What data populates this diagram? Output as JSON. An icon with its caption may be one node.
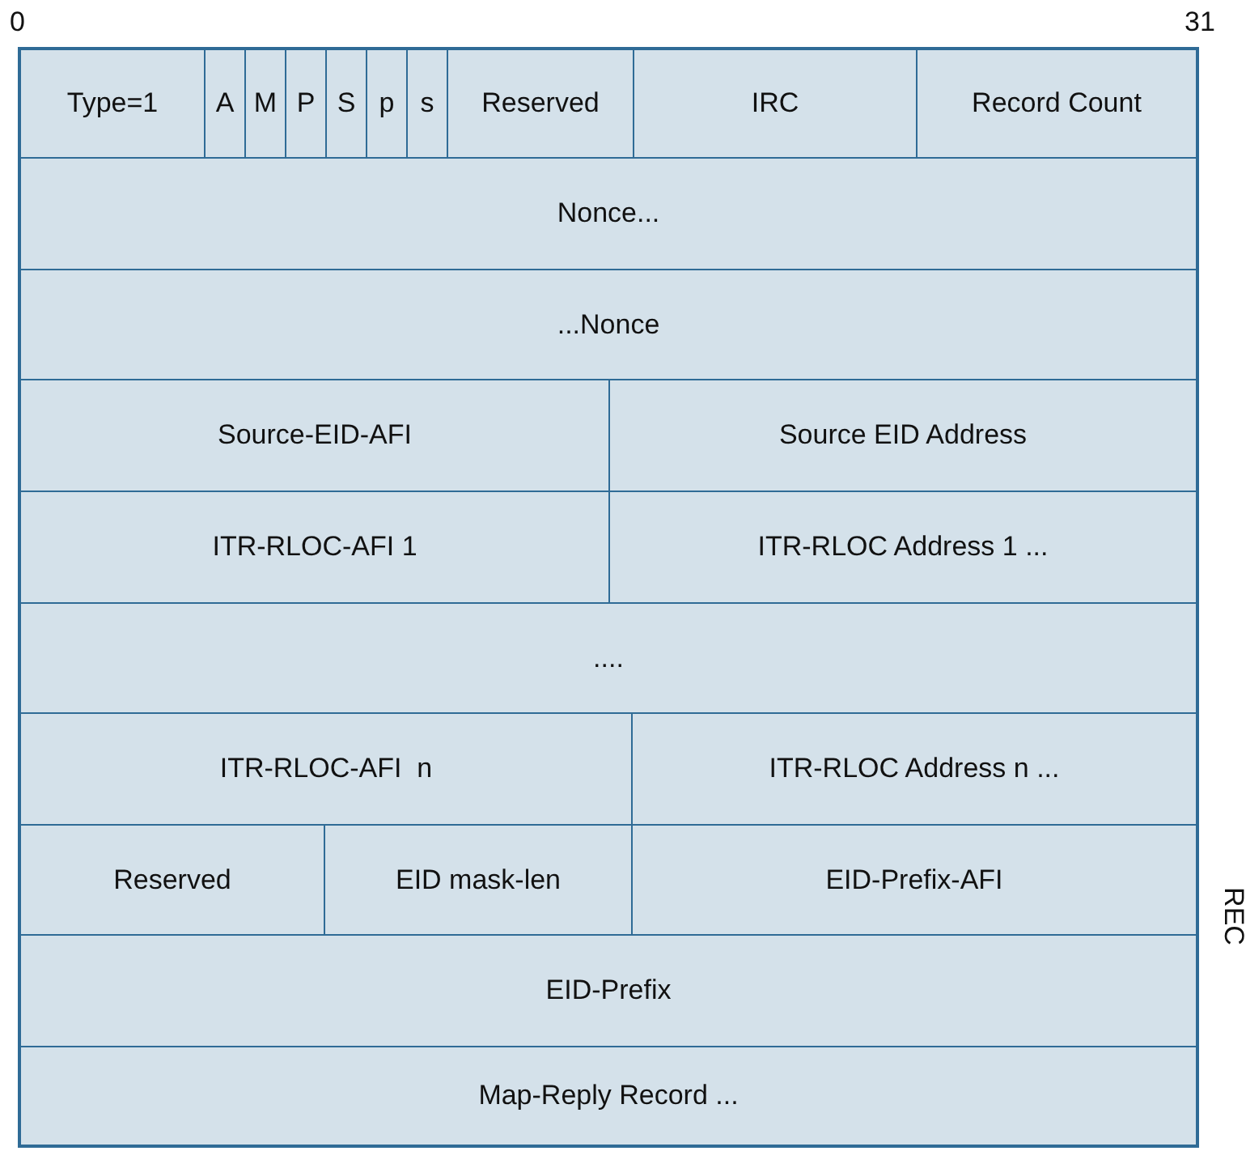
{
  "diagram": {
    "nodes": [
      {
        "text": [
          "Type=1"
        ]
      },
      {
        "text": [
          "A"
        ]
      },
      {
        "text": [
          "M"
        ]
      },
      {
        "text": [
          "P"
        ]
      },
      {
        "text": [
          "S"
        ]
      },
      {
        "text": [
          "p"
        ]
      },
      {
        "text": [
          "s"
        ]
      },
      {
        "text": [
          "Reserved"
        ]
      },
      {
        "text": [
          "IRC"
        ]
      },
      {
        "text": [
          "Record Count"
        ]
      },
      {
        "text": [
          "Nonce..."
        ]
      },
      {
        "text": [
          "...Nonce"
        ]
      },
      {
        "text": [
          "Source-EID-AFI"
        ]
      },
      {
        "text": [
          "Source EID Address"
        ]
      },
      {
        "text": [
          "ITR-RLOC-AFI 1"
        ]
      },
      {
        "text": [
          "ITR-RLOC Address 1 ..."
        ]
      },
      {
        "text": [
          "...."
        ]
      },
      {
        "text": [
          "ITR-RLOC-AFI  n"
        ]
      },
      {
        "text": [
          "ITR-RLOC Address n ..."
        ]
      },
      {
        "text": [
          "Reserved"
        ]
      },
      {
        "text": [
          "EID mask-len"
        ]
      },
      {
        "text": [
          "EID-Prefix-AFI"
        ]
      },
      {
        "text": [
          "EID-Prefix"
        ]
      },
      {
        "text": [
          "Map-Reply Record ..."
        ]
      }
    ],
    "labels": [
      "0",
      "31",
      "REC"
    ]
  }
}
